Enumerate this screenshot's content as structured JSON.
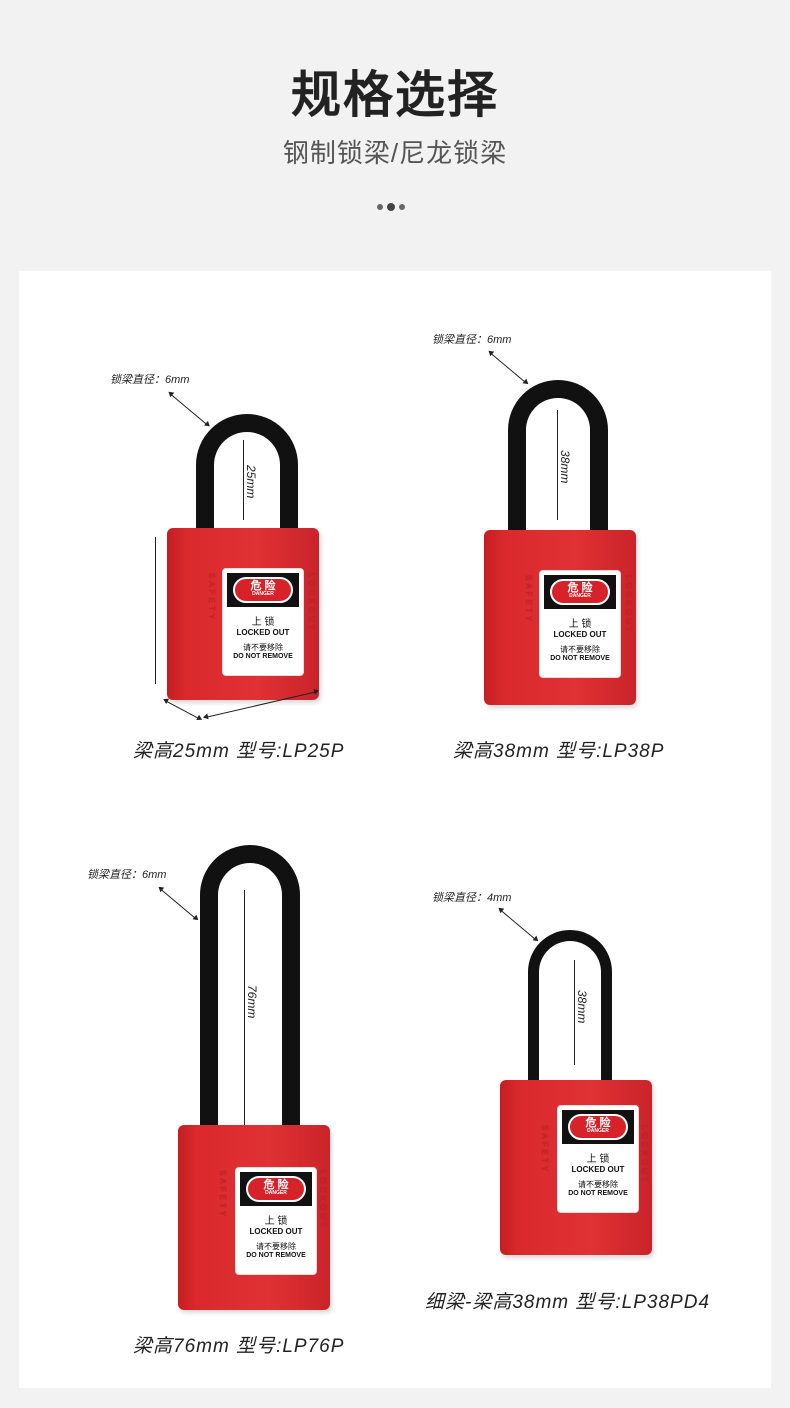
{
  "header": {
    "title": "规格选择",
    "subtitle": "钢制锁梁/尼龙锁梁"
  },
  "tag": {
    "danger_zh": "危 险",
    "danger_en": "DANGER",
    "locked_zh": "上 锁",
    "locked_en": "LOCKED OUT",
    "remove_zh": "请不要移除",
    "remove_en": "DO NOT REMOVE"
  },
  "embossed": {
    "left": "SAFETY",
    "right": "LOCKOUT"
  },
  "products": [
    {
      "diameter": "锁梁直径：6mm",
      "height": "25mm",
      "caption": "梁高25mm 型号:LP25P"
    },
    {
      "diameter": "锁梁直径：6mm",
      "height": "38mm",
      "caption": "梁高38mm 型号:LP38P"
    },
    {
      "diameter": "锁梁直径：6mm",
      "height": "76mm",
      "caption": "梁高76mm 型号:LP76P"
    },
    {
      "diameter": "锁梁直径：4mm",
      "height": "38mm",
      "caption": "细梁-梁高38mm 型号:LP38PD4"
    }
  ],
  "colors": {
    "lock_red": "#e03134",
    "shackle": "#111111",
    "background": "#f2f2f2"
  }
}
